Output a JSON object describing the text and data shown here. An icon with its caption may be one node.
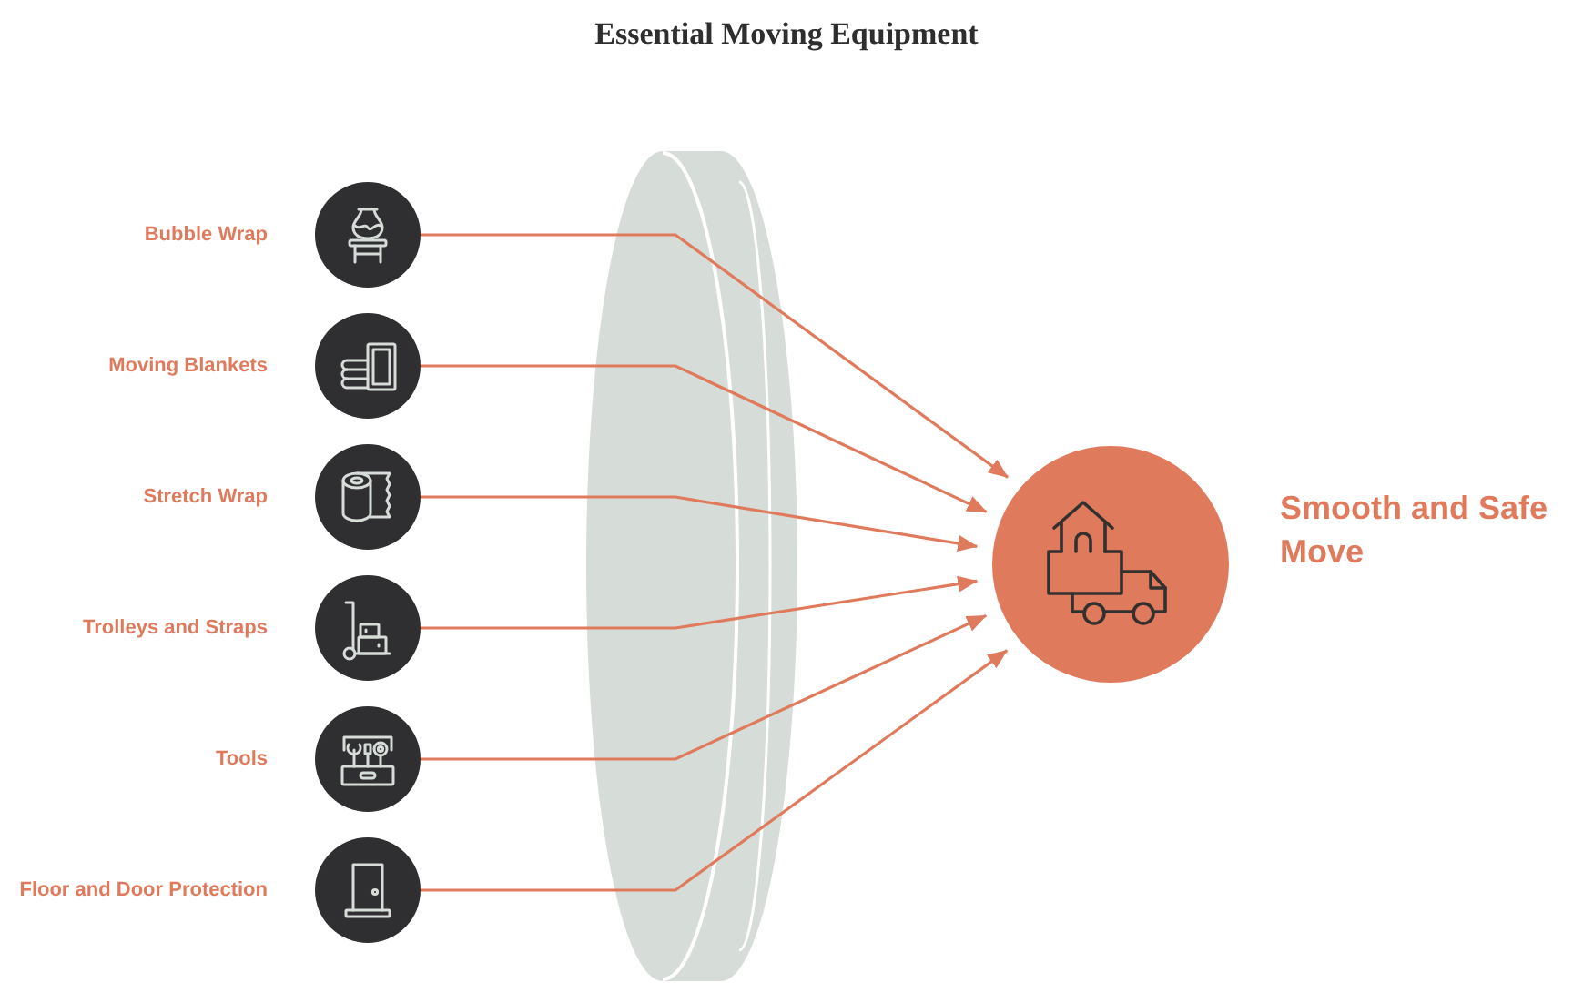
{
  "diagram": {
    "title": "Essential Moving Equipment",
    "nodes": [
      {
        "text": [
          "Bubble Wrap"
        ]
      },
      {
        "text": [
          "Moving Blankets"
        ]
      },
      {
        "text": [
          "Stretch Wrap"
        ]
      },
      {
        "text": [
          "Trolleys and Straps"
        ]
      },
      {
        "text": [
          "Tools"
        ]
      },
      {
        "text": [
          "Floor and Door Protection"
        ]
      },
      {
        "text": [
          "Smooth and Safe Move"
        ]
      }
    ],
    "edges": [
      {
        "from": 0,
        "to": 6,
        "arrow": "to"
      },
      {
        "from": 1,
        "to": 6,
        "arrow": "to"
      },
      {
        "from": 2,
        "to": 6,
        "arrow": "to"
      },
      {
        "from": 3,
        "to": 6,
        "arrow": "to"
      },
      {
        "from": 4,
        "to": 6,
        "arrow": "to"
      },
      {
        "from": 5,
        "to": 6,
        "arrow": "to"
      }
    ]
  }
}
